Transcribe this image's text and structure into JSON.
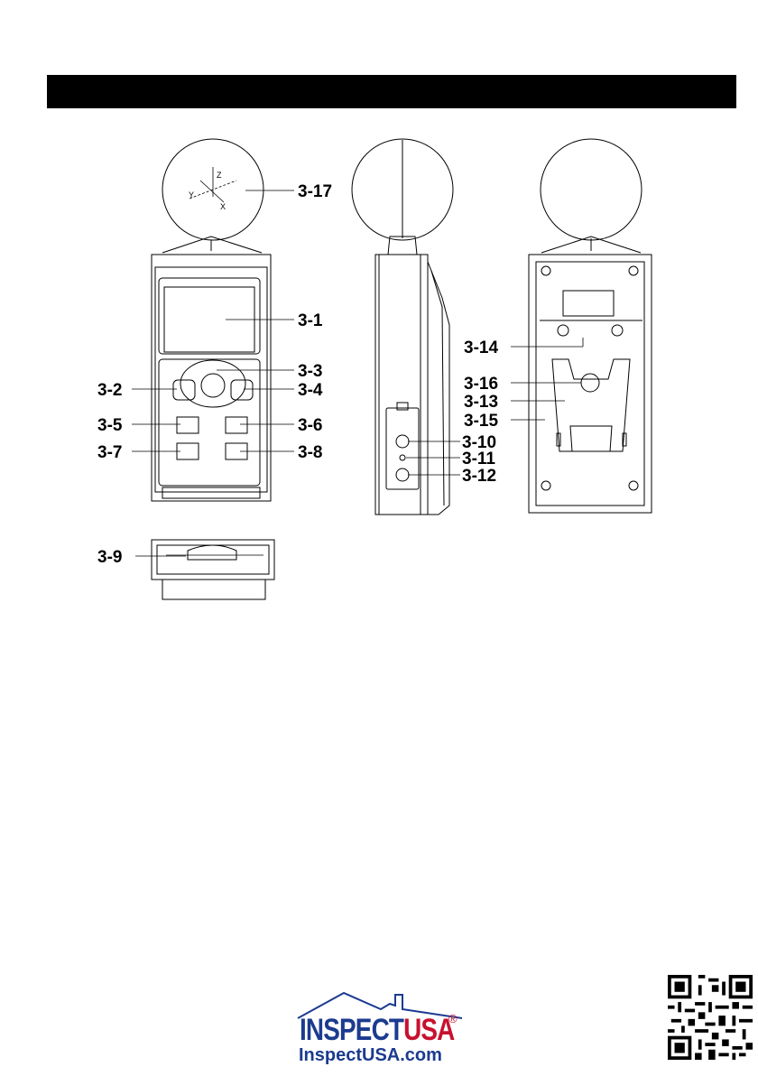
{
  "header": {
    "bar_color": "#000000"
  },
  "labels": {
    "l3_1": "3-1",
    "l3_2": "3-2",
    "l3_3": "3-3",
    "l3_4": "3-4",
    "l3_5": "3-5",
    "l3_6": "3-6",
    "l3_7": "3-7",
    "l3_8": "3-8",
    "l3_9": "3-9",
    "l3_10": "3-10",
    "l3_11": "3-11",
    "l3_12": "3-12",
    "l3_13": "3-13",
    "l3_14": "3-14",
    "l3_15": "3-15",
    "l3_16": "3-16",
    "l3_17": "3-17"
  },
  "axes": {
    "x": "X",
    "y": "Y",
    "z": "Z"
  },
  "footer": {
    "brand_part1": "INSPECT",
    "brand_part2": "USA",
    "registered": "®",
    "url": "InspectUSA.com",
    "brand_blue": "#1b3b8f",
    "brand_red": "#c8102e",
    "qr_icon": "qr-code-icon"
  }
}
